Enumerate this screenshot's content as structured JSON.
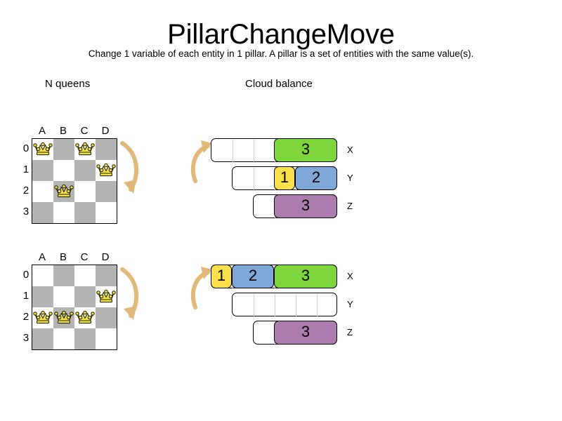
{
  "page": {
    "title": "PillarChangeMove",
    "subtitle": "Change 1 variable of each entity in 1 pillar. A pillar is a set of entities with the same value(s)."
  },
  "colors": {
    "green": "#7ed63c",
    "yellow": "#fae14b",
    "blue": "#7fa8d8",
    "purple": "#ac7cae",
    "board_dark": "#b4b4b4",
    "board_light": "#ffffff",
    "arrow": "#e0b878",
    "queen": "#f2e14c"
  },
  "sections": {
    "nqueens": {
      "heading": "N queens"
    },
    "cloud": {
      "heading": "Cloud balance"
    }
  },
  "nqueens": {
    "column_labels": [
      "A",
      "B",
      "C",
      "D"
    ],
    "row_labels": [
      "0",
      "1",
      "2",
      "3"
    ],
    "boards": [
      {
        "name": "before",
        "queens": [
          {
            "col": 0,
            "row": 0
          },
          {
            "col": 2,
            "row": 0
          },
          {
            "col": 3,
            "row": 1
          },
          {
            "col": 1,
            "row": 2
          }
        ]
      },
      {
        "name": "after",
        "queens": [
          {
            "col": 3,
            "row": 1
          },
          {
            "col": 0,
            "row": 2
          },
          {
            "col": 1,
            "row": 2
          },
          {
            "col": 2,
            "row": 2
          }
        ]
      }
    ]
  },
  "cloud_balance": {
    "rows": [
      {
        "name": "before",
        "bars": [
          {
            "label": "X",
            "empty_cells": 3,
            "segments": [
              {
                "value": "3",
                "units": 3,
                "color": "green"
              }
            ]
          },
          {
            "label": "Y",
            "empty_cells": 2,
            "segments": [
              {
                "value": "1",
                "units": 1,
                "color": "yellow"
              },
              {
                "value": "2",
                "units": 2,
                "color": "blue"
              }
            ]
          },
          {
            "label": "Z",
            "empty_cells": 1,
            "segments": [
              {
                "value": "3",
                "units": 3,
                "color": "purple"
              }
            ]
          }
        ]
      },
      {
        "name": "after",
        "bars": [
          {
            "label": "X",
            "empty_cells": 0,
            "segments": [
              {
                "value": "1",
                "units": 1,
                "color": "yellow"
              },
              {
                "value": "2",
                "units": 2,
                "color": "blue"
              },
              {
                "value": "3",
                "units": 3,
                "color": "green"
              }
            ]
          },
          {
            "label": "Y",
            "empty_cells": 5,
            "segments": []
          },
          {
            "label": "Z",
            "empty_cells": 1,
            "segments": [
              {
                "value": "3",
                "units": 3,
                "color": "purple"
              }
            ]
          }
        ]
      }
    ]
  },
  "arrows": [
    {
      "name": "nqueens-before-to-after",
      "direction": "down"
    },
    {
      "name": "cloud-before-to-after",
      "direction": "up-right"
    }
  ]
}
